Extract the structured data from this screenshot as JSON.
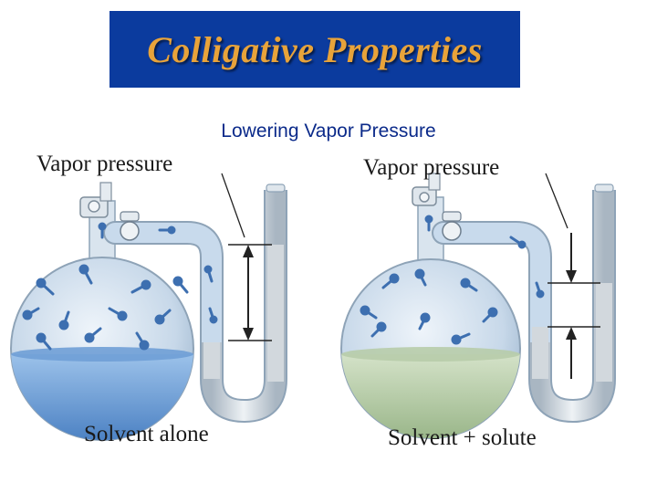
{
  "slide": {
    "title": "Colligative Properties",
    "subtitle": "Lowering Vapor Pressure"
  },
  "left_panel": {
    "vapor_label": "Vapor pressure",
    "caption": "Solvent alone"
  },
  "right_panel": {
    "vapor_label": "Vapor pressure",
    "caption": "Solvent + solute"
  },
  "colors": {
    "banner": "#0b3b9e",
    "title_text": "#e8a33a",
    "subtitle_text": "#0b2a8a",
    "pure_solvent_liquid": "#5f93cf",
    "solution_liquid": "#a9c39a",
    "flask_glass": "#c9d9e8",
    "molecule": "#3d6fb0"
  }
}
